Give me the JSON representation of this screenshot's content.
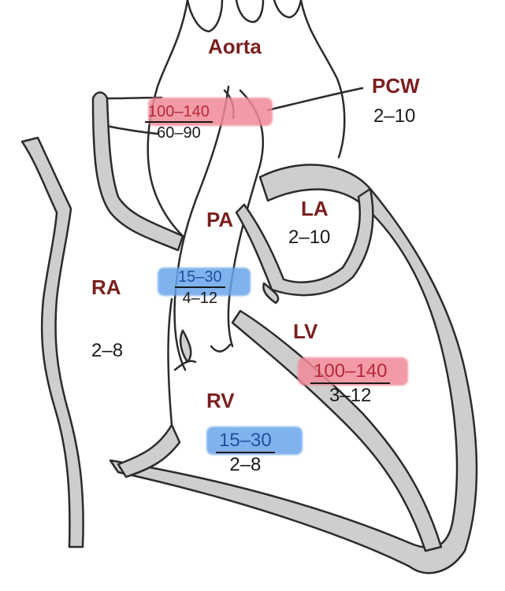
{
  "colors": {
    "wall": "#cfcdce",
    "outline": "#2b2b2b",
    "label": "#7a1f1f",
    "systolic_highlight": "#f08a98",
    "pulmonary_highlight": "#6aa6ec",
    "systolic_text": "#b8283c",
    "pulmonary_text": "#1f4f9e"
  },
  "chambers": {
    "aorta": {
      "label": "Aorta"
    },
    "pcw": {
      "label": "PCW",
      "value": "2–10"
    },
    "la": {
      "label": "LA",
      "value": "2–10"
    },
    "pa": {
      "label": "PA"
    },
    "ra": {
      "label": "RA",
      "value": "2–8"
    },
    "lv": {
      "label": "LV"
    },
    "rv": {
      "label": "RV"
    }
  },
  "pressures": {
    "aorta": {
      "systolic": "100–140",
      "diastolic": "60–90"
    },
    "pa": {
      "systolic": "15–30",
      "diastolic": "4–12"
    },
    "lv": {
      "systolic": "100–140",
      "diastolic": "3–12"
    },
    "rv": {
      "systolic": "15–30",
      "diastolic": "2–8"
    }
  }
}
